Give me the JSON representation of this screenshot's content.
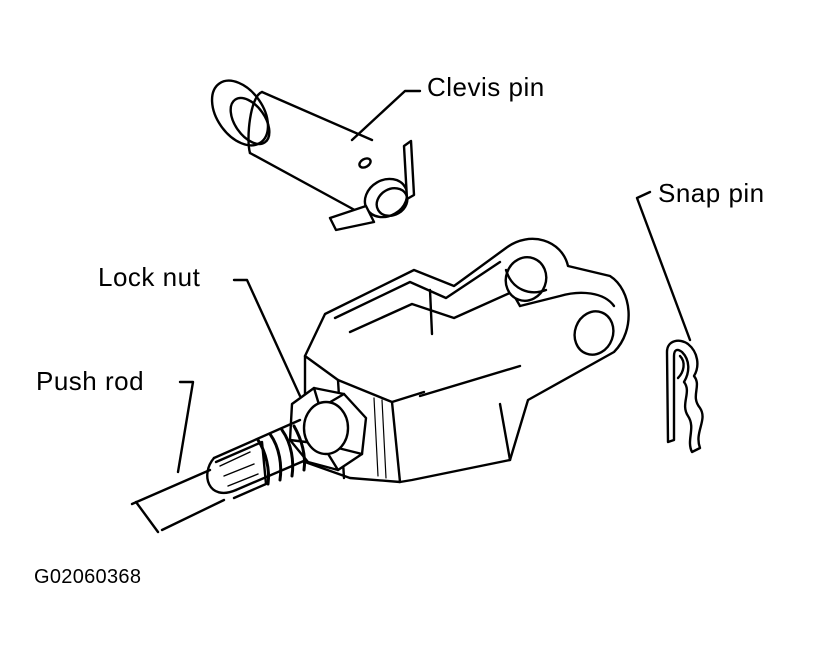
{
  "labels": {
    "clevis_pin": "Clevis pin",
    "snap_pin": "Snap pin",
    "lock_nut": "Lock nut",
    "push_rod": "Push rod"
  },
  "figure_code": "G02060368",
  "colors": {
    "line": "#000000",
    "background": "#ffffff"
  }
}
